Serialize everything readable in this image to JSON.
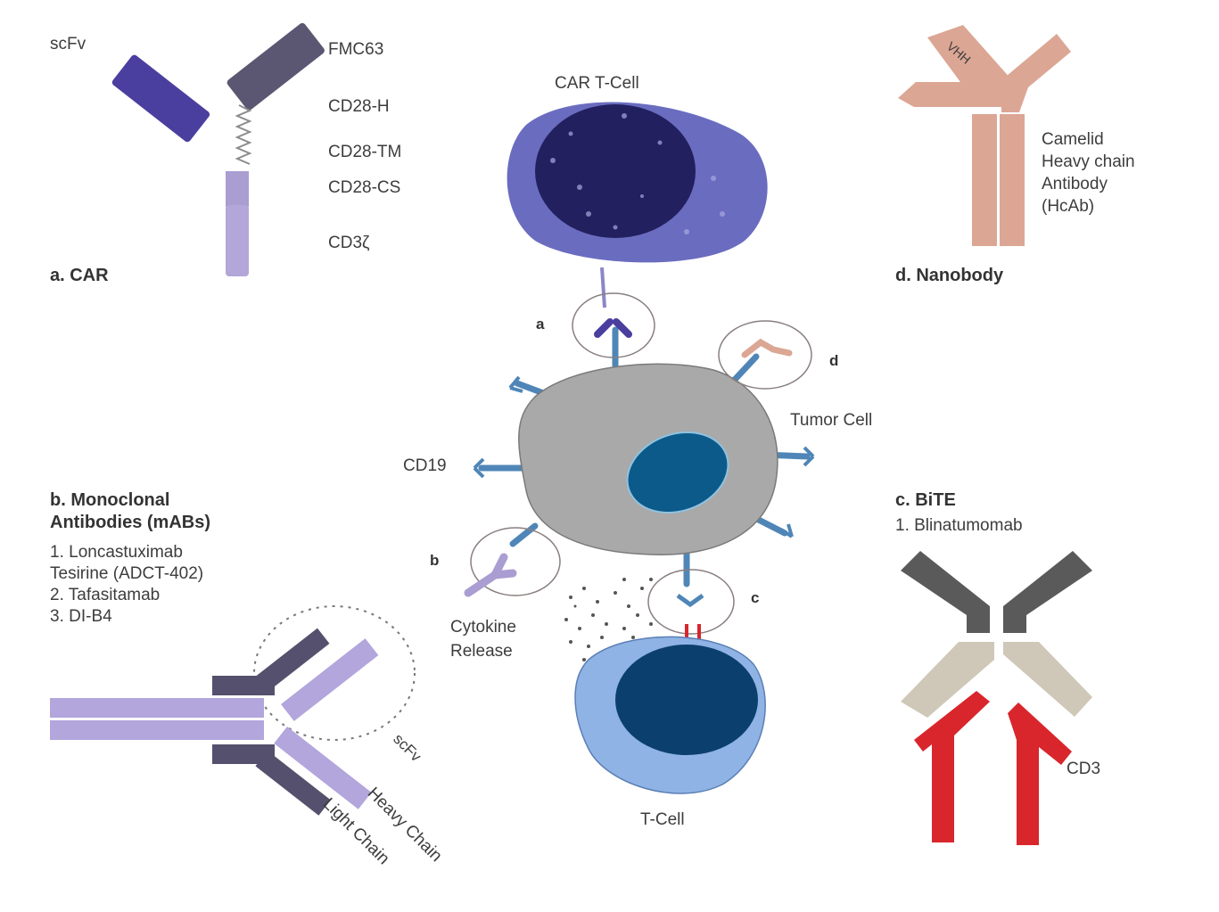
{
  "panel_a": {
    "title": "a. CAR",
    "left_label": "scFv",
    "domains": [
      "FMC63",
      "CD28-H",
      "CD28-TM",
      "CD28-CS",
      "CD3ζ"
    ],
    "colors": {
      "scfv": "#4a3f9e",
      "fmc63": "#5b5672",
      "cd3z": "#b3a6d8"
    }
  },
  "panel_d": {
    "title": "d. Nanobody",
    "arm_label": "VHH",
    "description": [
      "Camelid",
      "Heavy chain",
      "Antibody",
      "(HcAb)"
    ],
    "color": "#dba694"
  },
  "center": {
    "car_t_cell": "CAR T-Cell",
    "tumor_cell": "Tumor Cell",
    "cd19": "CD19",
    "cytokine": [
      "Cytokine",
      "Release"
    ],
    "t_cell": "T-Cell",
    "circle_labels": {
      "a": "a",
      "b": "b",
      "c": "c",
      "d": "d"
    },
    "colors": {
      "car_t_body": "#6a6cc0",
      "car_t_nucleus": "#22205e",
      "tumor_body": "#a9a9a9",
      "tumor_nucleus": "#0c5a8a",
      "t_body": "#8fb3e4",
      "t_nucleus": "#0b3f6e",
      "receptor": "#4f86b7"
    }
  },
  "panel_b": {
    "title": [
      "b. Monoclonal",
      "Antibodies (mABs)"
    ],
    "items": [
      "1. Loncastuximab",
      "Tesirine (ADCT-402)",
      "2. Tafasitamab",
      "3. DI-B4"
    ],
    "scfv_label": "scFv",
    "heavy_chain": "Heavy Chain",
    "light_chain": "Light Chain",
    "colors": {
      "heavy": "#b2a6dc",
      "light": "#55506d"
    }
  },
  "panel_c": {
    "title": "c. BiTE",
    "items": [
      "1. Blinatumomab"
    ],
    "cd3_label": "CD3",
    "colors": {
      "top": "#5a5a5a",
      "middle": "#cfc8b8",
      "cd3": "#d8262c"
    }
  }
}
